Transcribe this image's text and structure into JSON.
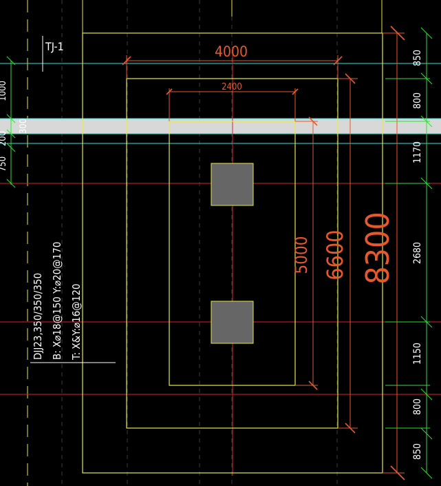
{
  "canvas": {
    "background": "#000000"
  },
  "colors": {
    "outline": "#E8E84A",
    "dimension": "#E8582A",
    "axis": "#E02020",
    "grid_green": "#30E030",
    "grid_cyan": "#30E0E0",
    "beam_fill": "#D8D8D8",
    "column_fill": "#666666",
    "label": "#FFFFFF"
  },
  "labels": {
    "footing_tag": "TJ-1",
    "footing_spec": "DJJ23,350/350/350",
    "bottom_rebar": "B: X⌀18@150   Y:⌀20@170",
    "top_rebar": "T: X&Y:⌀16@120"
  },
  "dimensions": {
    "outer_width": "4000",
    "inner_width": "2400",
    "inner_height": "5000",
    "middle_height": "6600",
    "outer_height": "8300"
  },
  "right_dimension_chain": [
    "850",
    "800",
    "1170",
    "2680",
    "1150",
    "800",
    "850"
  ],
  "left_dimension_chain": [
    "1000",
    "300",
    "200",
    "750"
  ]
}
